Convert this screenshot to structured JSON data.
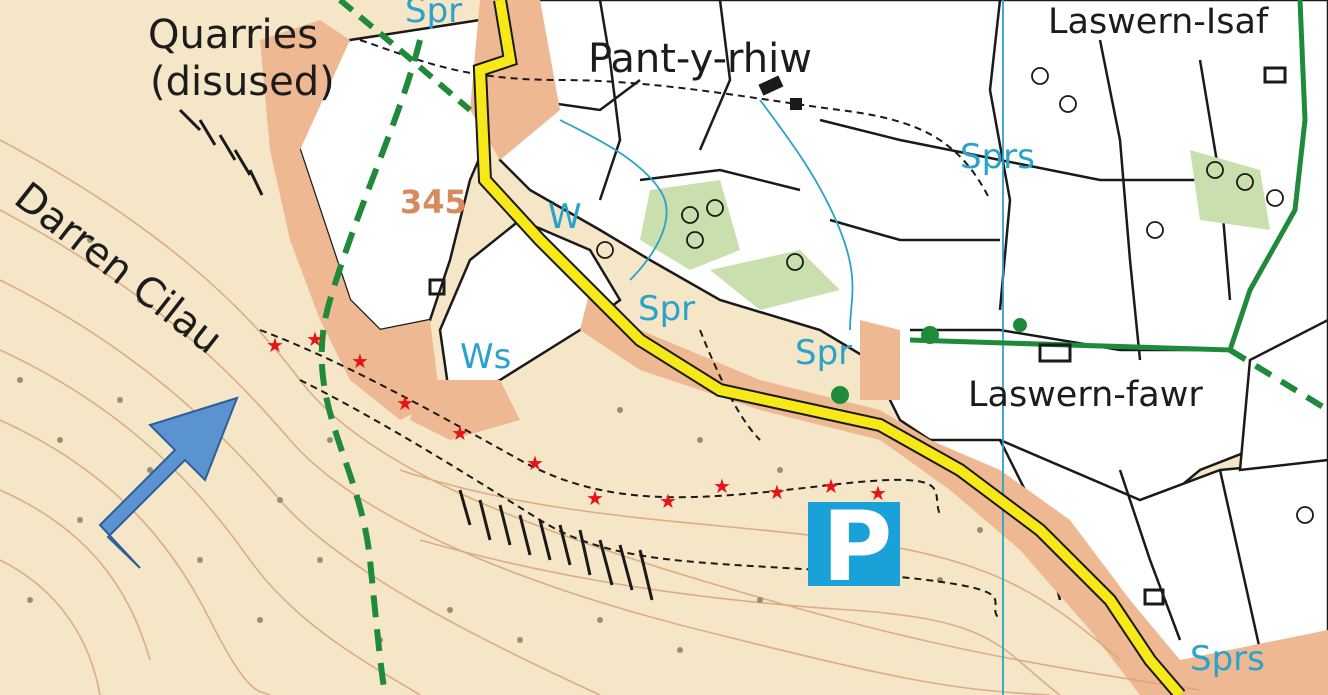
{
  "map": {
    "labels": {
      "quarries_line1": "Quarries",
      "quarries_line2": "(disused)",
      "pant_y_rhiw": "Pant-y-rhiw",
      "laswern_isaf": "Laswern-Isaf",
      "darren_cilau": "Darren Cilau",
      "laswern_fawr": "Laswern-fawr",
      "spot_height": "345",
      "spr_top": "Spr",
      "sprs_right": "Sprs",
      "w_label": "W",
      "spr_center": "Spr",
      "ws_label": "Ws",
      "spr_lower": "Spr",
      "sprs_bottom": "Sprs"
    },
    "parking_letter": "P",
    "colors": {
      "land": "#f6e6c8",
      "access_land": "#eeb892",
      "road": "#f7e81a",
      "water": "#2aa2c9",
      "footpath": "#1f8b3a",
      "woodland": "#c9dfae",
      "marker_star": "#e41515",
      "arrow": "#5b93d1"
    },
    "icons": [
      "red-star-marker",
      "blue-arrow",
      "parking-icon",
      "tree-symbol"
    ]
  }
}
